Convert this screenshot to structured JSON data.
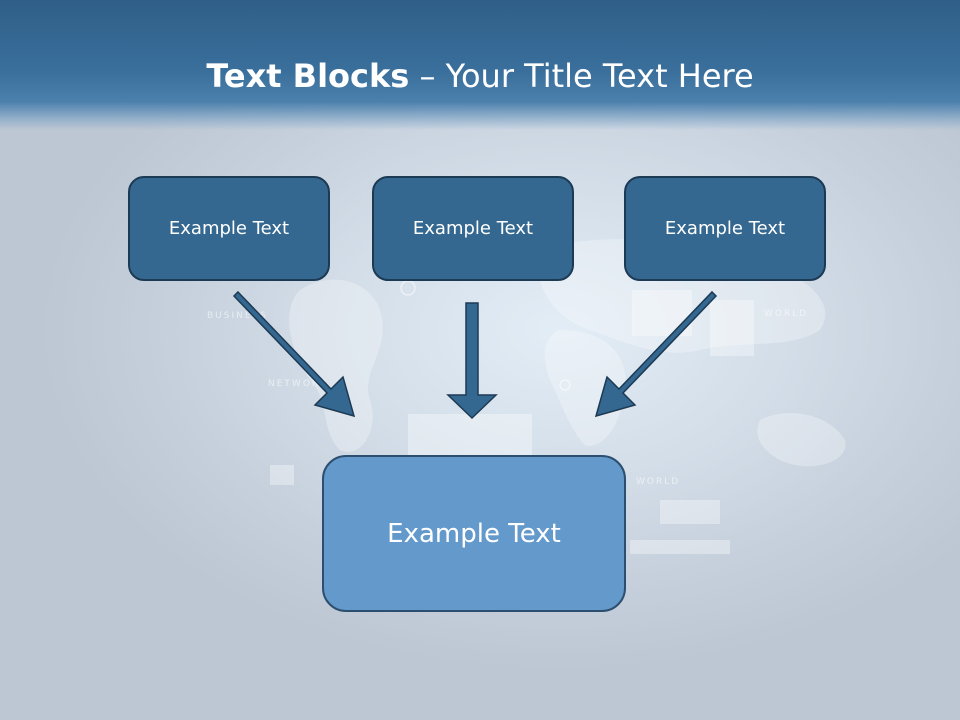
{
  "title": {
    "bold": "Text Blocks",
    "dash": " – ",
    "rest": "Your Title Text Here"
  },
  "blocks": {
    "left": "Example Text",
    "center": "Example Text",
    "right": "Example Text",
    "target": "Example Text"
  },
  "background_labels": {
    "world_1": "WORLD",
    "world_2": "WORLD",
    "business": "BUSINESS",
    "network": "NETWORK"
  },
  "colors": {
    "header": "#336592",
    "small_box_fill": "#356890",
    "small_box_border": "#1c3a54",
    "big_box_fill": "#6499cc",
    "arrow_fill": "#356890"
  }
}
